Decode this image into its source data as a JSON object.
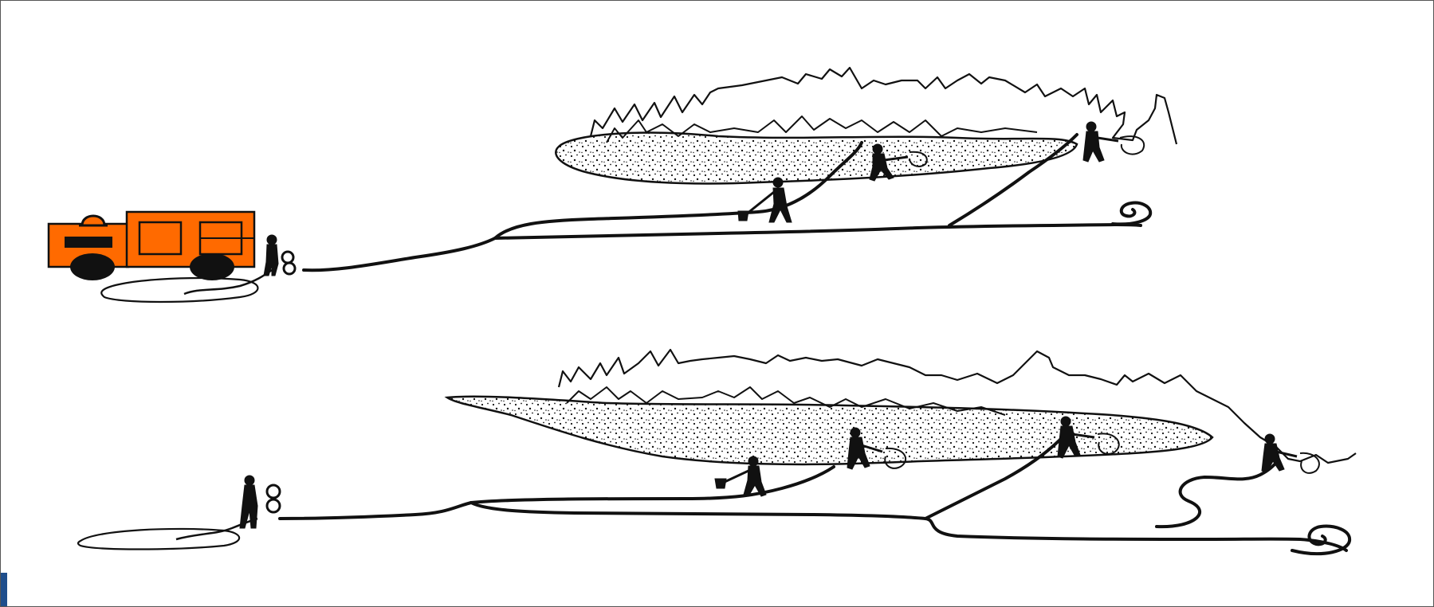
{
  "colors": {
    "truck_fill": "#ff6a00",
    "ink": "#111111",
    "paper": "#ffffff",
    "edge_tab": "#1f4e8c"
  },
  "scenes": [
    {
      "name": "hose-lay-with-engine",
      "figures": [
        "pump-operator",
        "shovel-worker",
        "nozzle-operator",
        "nozzle-operator"
      ],
      "has_engine": true
    },
    {
      "name": "hose-lay-from-water-source",
      "figures": [
        "pump-operator",
        "shovel-worker",
        "nozzle-operator",
        "nozzle-operator",
        "nozzle-operator"
      ],
      "has_engine": false
    }
  ]
}
